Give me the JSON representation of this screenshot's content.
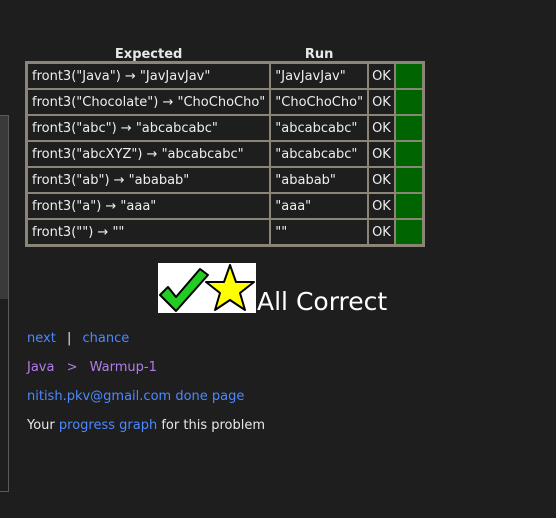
{
  "table": {
    "headers": [
      "Expected",
      "Run"
    ],
    "rows": [
      {
        "expected": "front3(\"Java\") → \"JavJavJav\"",
        "run": "\"JavJavJav\"",
        "status": "OK"
      },
      {
        "expected": "front3(\"Chocolate\") → \"ChoChoCho\"",
        "run": "\"ChoChoCho\"",
        "status": "OK"
      },
      {
        "expected": "front3(\"abc\") → \"abcabcabc\"",
        "run": "\"abcabcabc\"",
        "status": "OK"
      },
      {
        "expected": "front3(\"abcXYZ\") → \"abcabcabc\"",
        "run": "\"abcabcabc\"",
        "status": "OK"
      },
      {
        "expected": "front3(\"ab\") → \"ababab\"",
        "run": "\"ababab\"",
        "status": "OK"
      },
      {
        "expected": "front3(\"a\") → \"aaa\"",
        "run": "\"aaa\"",
        "status": "OK"
      },
      {
        "expected": "front3(\"\") → \"\"",
        "run": "\"\"",
        "status": "OK"
      }
    ],
    "pass_color": "#006400"
  },
  "summary": {
    "icons": [
      "check-icon",
      "star-icon"
    ],
    "text": "All Correct"
  },
  "nav": {
    "next": "next",
    "separator": "|",
    "chance": "chance",
    "crumb_lang": "Java",
    "crumb_sep": ">",
    "crumb_section": "Warmup-1",
    "user": "nitish.pkv@gmail.com done page",
    "progress_prefix": "Your",
    "progress_link": "progress graph",
    "progress_suffix": "for this problem"
  },
  "colors": {
    "background": "#1e1e1e",
    "link": "#4d88ff",
    "breadcrumb": "#b07ee8",
    "check": "#22cc22",
    "star": "#ffff00"
  }
}
